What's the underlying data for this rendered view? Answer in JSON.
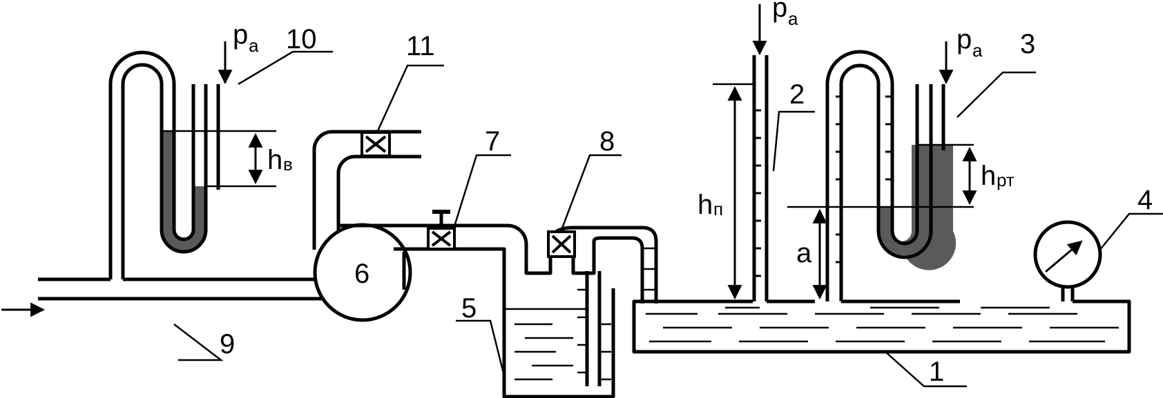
{
  "labels": {
    "n1": "1",
    "n2": "2",
    "n3": "3",
    "n4": "4",
    "n5": "5",
    "n6": "6",
    "n7": "7",
    "n8": "8",
    "n9": "9",
    "n10": "10",
    "n11": "11"
  },
  "symbols": {
    "pa_main": "p",
    "pa_sub": "a",
    "hv_main": "h",
    "hv_sub": "в",
    "hp_main": "h",
    "hp_sub": "п",
    "hrt_main": "h",
    "hrt_sub": "рт",
    "a": "a"
  },
  "colors": {
    "line": "#000000",
    "mercury": "#5a5a5a",
    "background": "#ffffff"
  }
}
